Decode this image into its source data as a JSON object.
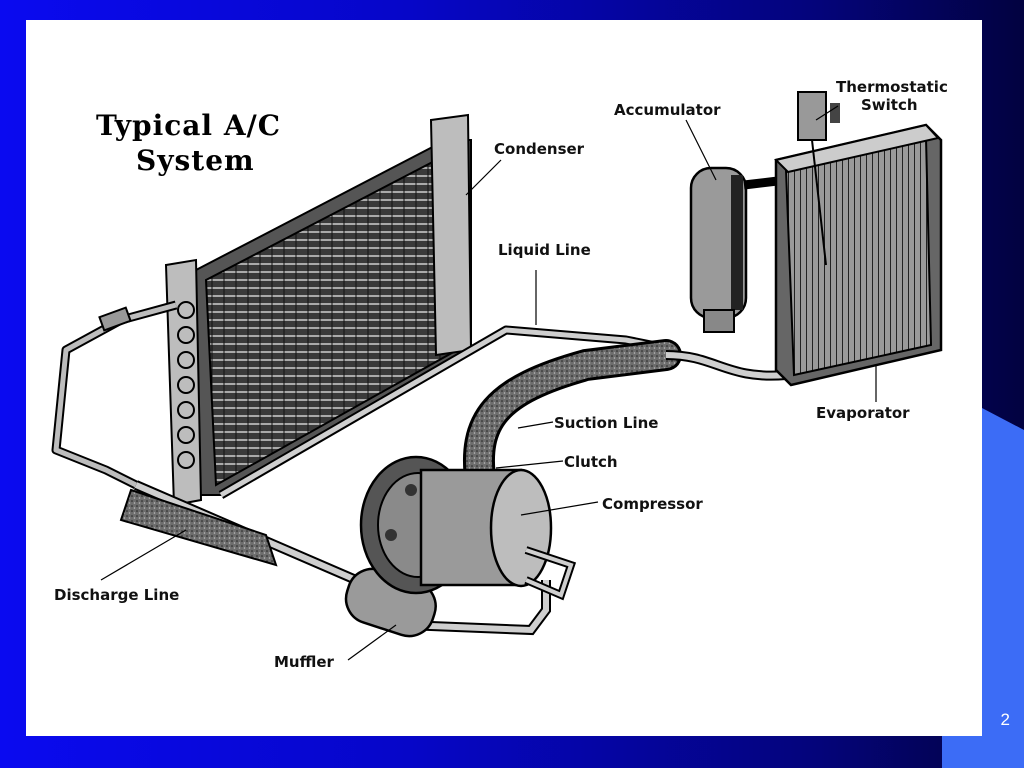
{
  "slide": {
    "page_number": "2",
    "colors": {
      "background": "#0606c8",
      "panel": "#ffffff",
      "accent_corner": "#3c6cf6"
    }
  },
  "diagram": {
    "title_line1": "Typical A/C",
    "title_line2": "System",
    "labels": {
      "thermostatic_line1": "Thermostatic",
      "thermostatic_line2": "Switch",
      "accumulator": "Accumulator",
      "condenser": "Condenser",
      "liquid_line": "Liquid Line",
      "suction_line": "Suction Line",
      "clutch": "Clutch",
      "compressor": "Compressor",
      "evaporator": "Evaporator",
      "discharge_line": "Discharge Line",
      "muffler": "Muffler"
    }
  }
}
